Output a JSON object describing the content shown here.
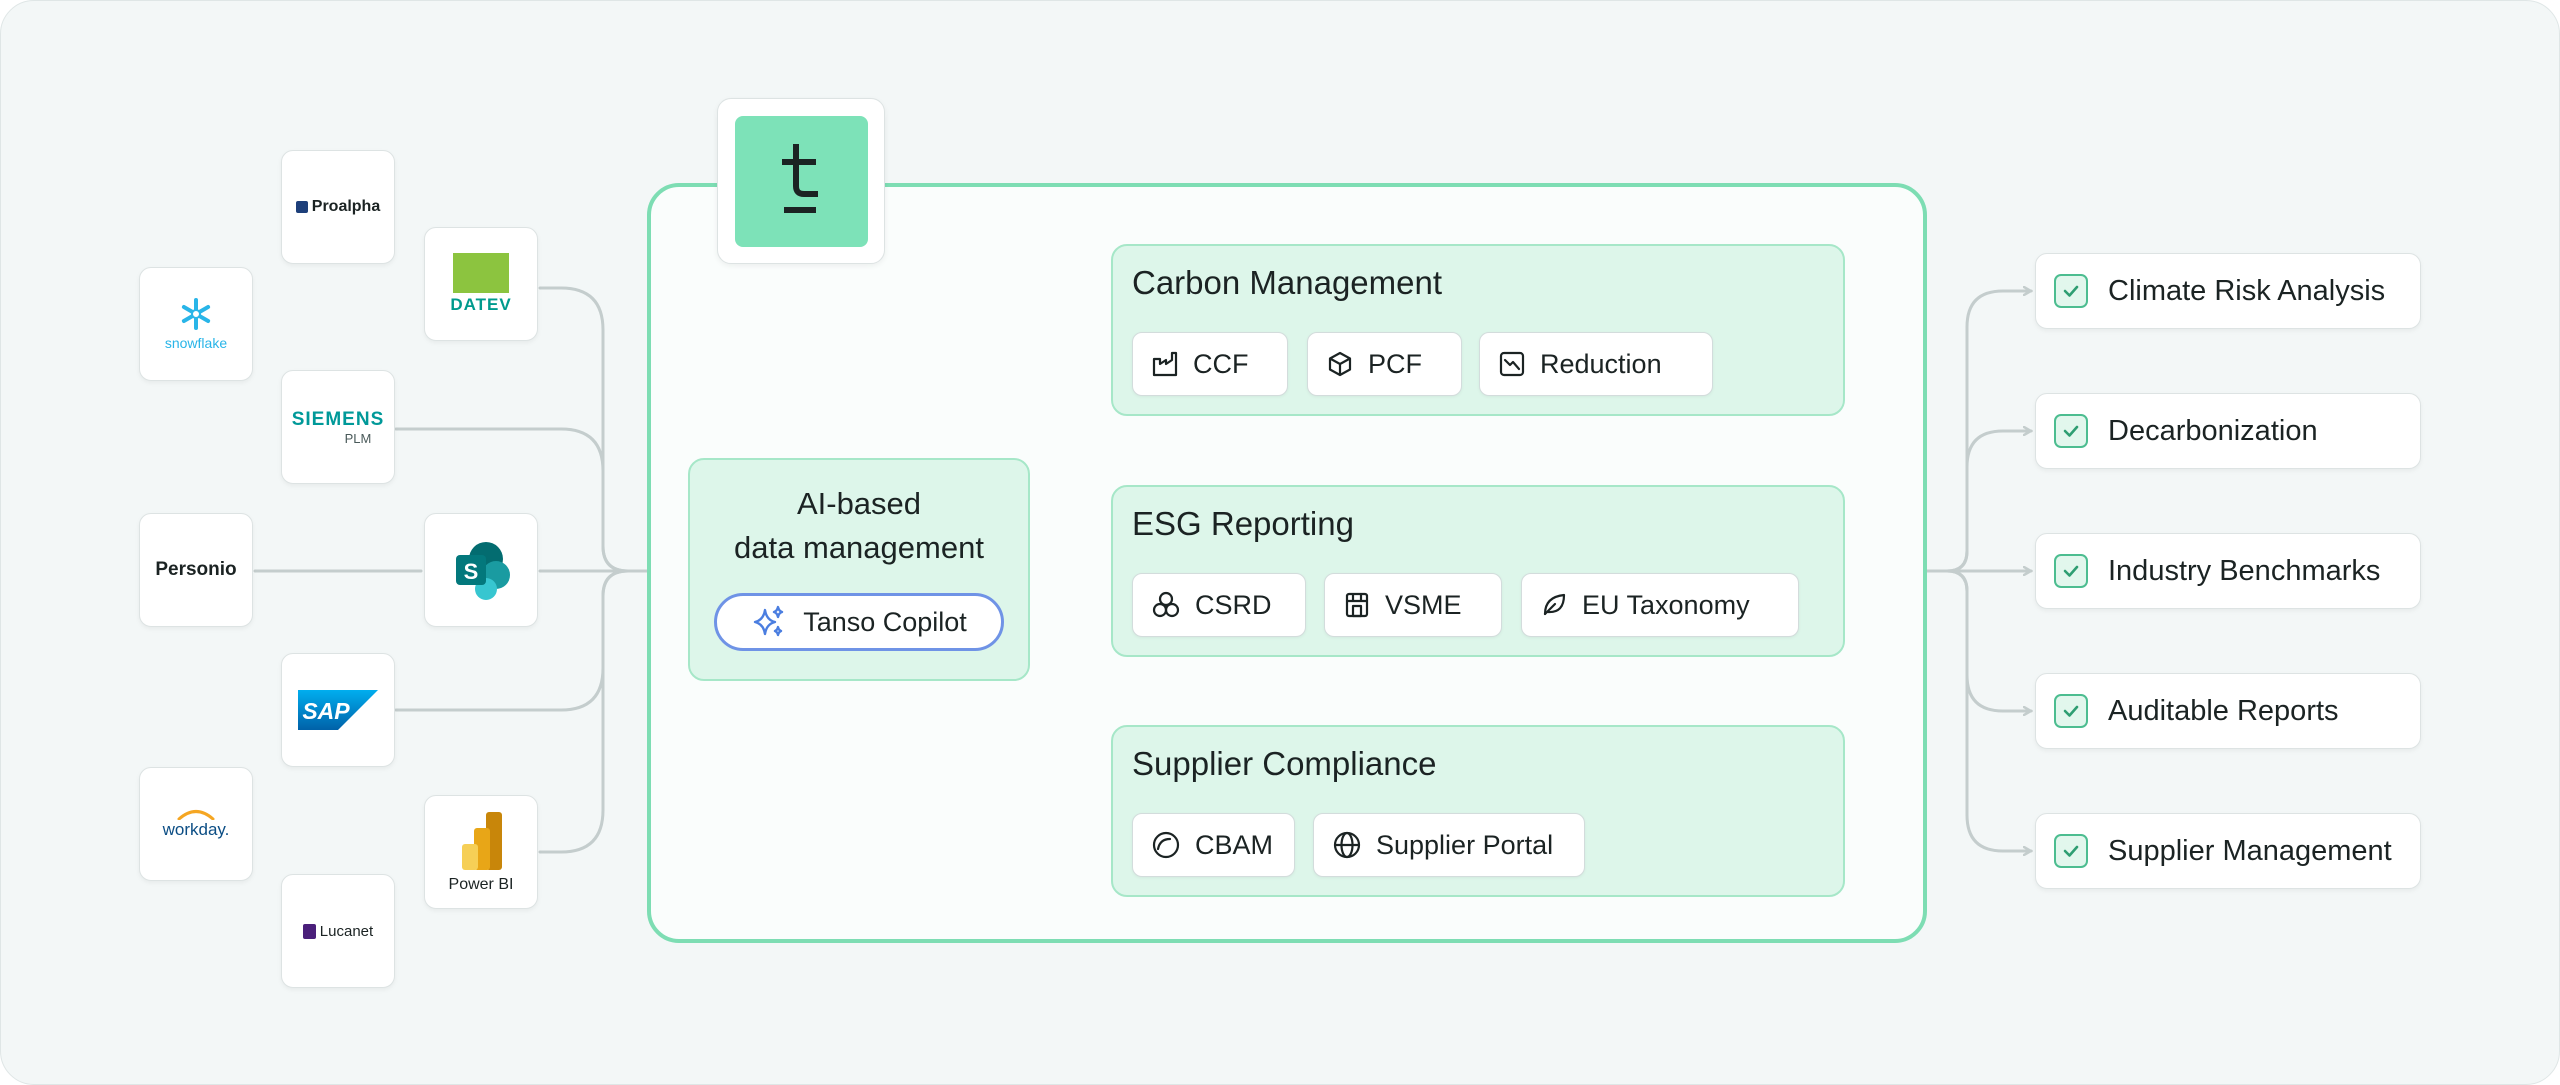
{
  "sources": {
    "proalpha": "Proalpha",
    "snowflake": "snowflake",
    "datev": "DATEV",
    "siemens": "SIEMENS",
    "siemens_sub": "PLM",
    "personio": "Personio",
    "sap": "SAP",
    "workday": "workday.",
    "powerbi": "Power BI",
    "lucanet": "Lucanet"
  },
  "brand": {
    "letter": "t",
    "accent": "#7de2b8"
  },
  "hub": {
    "title_line1": "AI-based",
    "title_line2": "data management",
    "copilot_label": "Tanso Copilot"
  },
  "modules": {
    "carbon": {
      "title": "Carbon Management",
      "items": [
        "CCF",
        "PCF",
        "Reduction"
      ]
    },
    "esg": {
      "title": "ESG Reporting",
      "items": [
        "CSRD",
        "VSME",
        "EU Taxonomy"
      ]
    },
    "supplier": {
      "title": "Supplier Compliance",
      "items": [
        "CBAM",
        "Supplier Portal"
      ]
    }
  },
  "outputs": [
    "Climate Risk Analysis",
    "Decarbonization",
    "Industry Benchmarks",
    "Auditable Reports",
    "Supplier Management"
  ],
  "colors": {
    "module_bg": "#ddf6ea",
    "border": "#7dddb3",
    "check": "#4cbd90",
    "copilot_border": "#6f93e6",
    "arrow_teal": "#3fc2b5",
    "arrow_blue": "#4b65d6"
  }
}
